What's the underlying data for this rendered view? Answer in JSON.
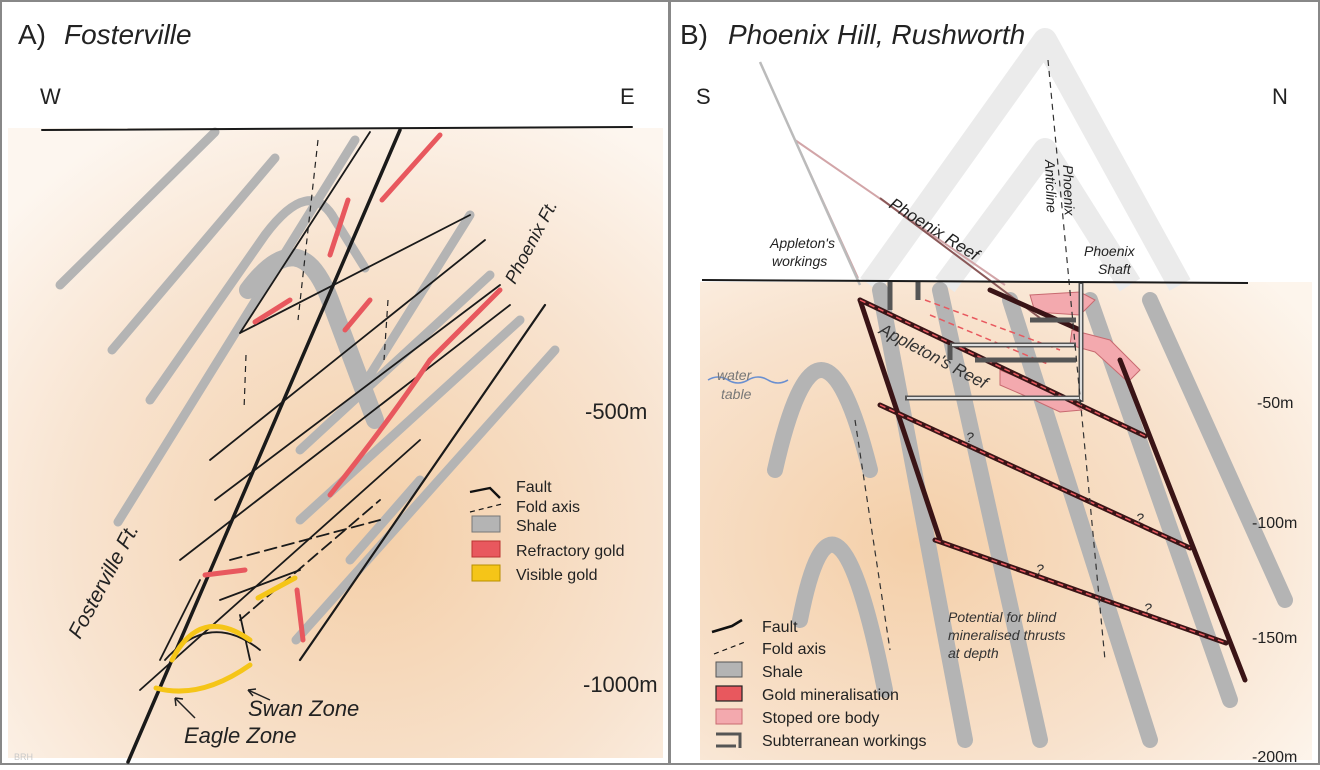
{
  "panel_a": {
    "title_letter": "A)",
    "title": "Fosterville",
    "west": "W",
    "east": "E",
    "depths": [
      "-500m",
      "-1000m"
    ],
    "labels": {
      "fosterville_fault": "Fosterville Ft.",
      "phoenix_fault": "Phoenix Ft.",
      "swan_zone": "Swan Zone",
      "eagle_zone": "Eagle Zone"
    },
    "legend": [
      "Fault",
      "Fold axis",
      "Shale",
      "Refractory gold",
      "Visible gold"
    ],
    "credit": "BRH"
  },
  "panel_b": {
    "title_letter": "B)",
    "title": "Phoenix Hill, Rushworth",
    "south": "S",
    "north": "N",
    "depths": [
      "-50m",
      "-100m",
      "-150m",
      "-200m"
    ],
    "labels": {
      "appletons_workings_1": "Appleton's",
      "appletons_workings_2": "workings",
      "phoenix_reef": "Phoenix Reef",
      "appletons_reef": "Appleton's Reef",
      "phoenix_anticline_1": "Phoenix",
      "phoenix_anticline_2": "Anticline",
      "phoenix_shaft_1": "Phoenix",
      "phoenix_shaft_2": "Shaft",
      "water_table_1": "water",
      "water_table_2": "table",
      "potential_1": "Potential for blind",
      "potential_2": "mineralised thrusts",
      "potential_3": "at depth",
      "question": "?"
    },
    "legend": [
      "Fault",
      "Fold axis",
      "Shale",
      "Gold mineralisation",
      "Stoped ore body",
      "Subterranean workings"
    ]
  },
  "colors": {
    "shale": "#b4b4b4",
    "refractory_gold": "#e8585e",
    "visible_gold": "#f5c518",
    "stoped_ore": "#f3a9ae",
    "background_tint": "#f6dcc4"
  }
}
